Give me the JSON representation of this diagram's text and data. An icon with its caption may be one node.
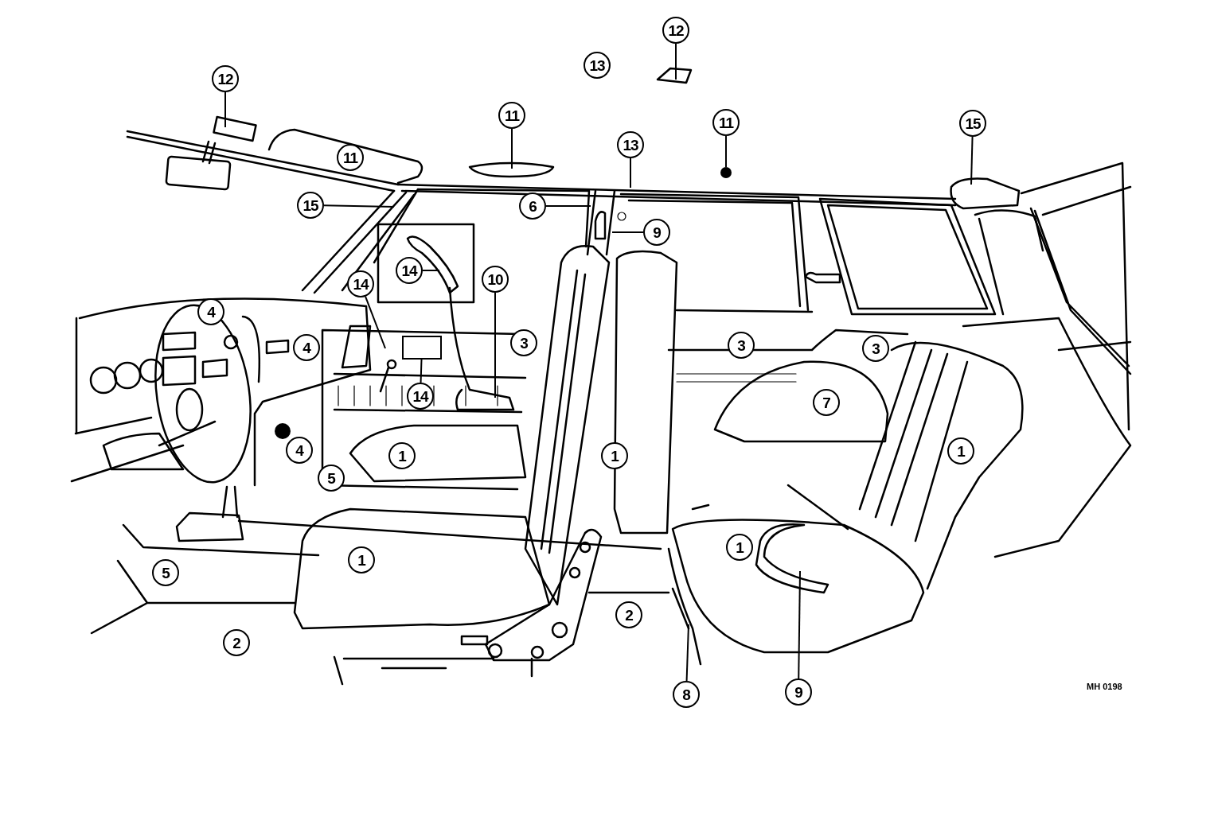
{
  "diagram": {
    "nodes": [
      {
        "text": [
          "12"
        ]
      },
      {
        "text": [
          "13"
        ]
      },
      {
        "text": [
          "12"
        ]
      },
      {
        "text": [
          "11"
        ]
      },
      {
        "text": [
          "11"
        ]
      },
      {
        "text": [
          "15"
        ]
      },
      {
        "text": [
          "13"
        ]
      },
      {
        "text": [
          "11"
        ]
      },
      {
        "text": [
          "15"
        ]
      },
      {
        "text": [
          "6"
        ]
      },
      {
        "text": [
          "9"
        ]
      },
      {
        "text": [
          "14"
        ]
      },
      {
        "text": [
          "10"
        ]
      },
      {
        "text": [
          "14"
        ]
      },
      {
        "text": [
          "4"
        ]
      },
      {
        "text": [
          "4"
        ]
      },
      {
        "text": [
          "3"
        ]
      },
      {
        "text": [
          "3"
        ]
      },
      {
        "text": [
          "3"
        ]
      },
      {
        "text": [
          "14"
        ]
      },
      {
        "text": [
          "7"
        ]
      },
      {
        "text": [
          "4"
        ]
      },
      {
        "text": [
          "1"
        ]
      },
      {
        "text": [
          "1"
        ]
      },
      {
        "text": [
          "1"
        ]
      },
      {
        "text": [
          "5"
        ]
      },
      {
        "text": [
          "5"
        ]
      },
      {
        "text": [
          "1"
        ]
      },
      {
        "text": [
          "1"
        ]
      },
      {
        "text": [
          "2"
        ]
      },
      {
        "text": [
          "2"
        ]
      },
      {
        "text": [
          "8"
        ]
      },
      {
        "text": [
          "9"
        ]
      },
      {
        "text": [],
        "shape": "circle"
      },
      {
        "text": [],
        "shape": "box"
      }
    ],
    "edges": [
      {
        "from": 0,
        "to": null,
        "arrow": "none"
      },
      {
        "from": 2,
        "to": null,
        "arrow": "none"
      },
      {
        "from": 3,
        "to": null,
        "arrow": "none"
      },
      {
        "from": 4,
        "to": 33,
        "arrow": "none"
      },
      {
        "from": 5,
        "to": null,
        "arrow": "none"
      },
      {
        "from": 6,
        "to": null,
        "arrow": "none"
      },
      {
        "from": 8,
        "to": null,
        "arrow": "none"
      },
      {
        "from": 9,
        "to": null,
        "arrow": "none"
      },
      {
        "from": 10,
        "to": null,
        "arrow": "none"
      },
      {
        "from": 11,
        "to": null,
        "arrow": "none"
      },
      {
        "from": 12,
        "to": null,
        "arrow": "none"
      },
      {
        "from": 13,
        "to": null,
        "arrow": "none"
      },
      {
        "from": 19,
        "to": 34,
        "arrow": "none"
      },
      {
        "from": 31,
        "to": null,
        "arrow": "none"
      },
      {
        "from": 32,
        "to": null,
        "arrow": "none"
      }
    ],
    "labels": [
      "MH 0198"
    ]
  }
}
